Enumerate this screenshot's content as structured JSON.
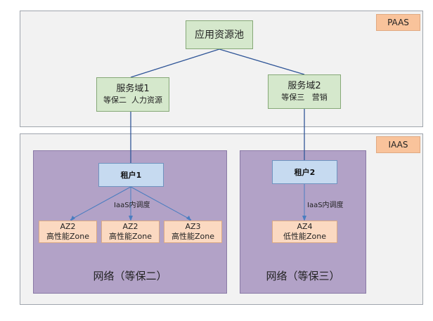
{
  "paas": {
    "tag": "PAAS",
    "root": "应用资源池",
    "domains": [
      {
        "title": "服务域1",
        "subtitle": "等保二  人力资源"
      },
      {
        "title": "服务域2",
        "subtitle": "等保三   营销"
      }
    ]
  },
  "iaas": {
    "tag": "IAAS",
    "regions": [
      {
        "tenant": "租户1",
        "note": "IaaS内调度",
        "zones": [
          {
            "name": "AZ2",
            "desc": "高性能Zone"
          },
          {
            "name": "AZ2",
            "desc": "高性能Zone"
          },
          {
            "name": "AZ3",
            "desc": "高性能Zone"
          }
        ],
        "network": "网络（等保二）"
      },
      {
        "tenant": "租户2",
        "note": "IaaS内调度",
        "zones": [
          {
            "name": "AZ4",
            "desc": "低性能Zone"
          }
        ],
        "network": "网络（等保三）"
      }
    ]
  },
  "colors": {
    "layer_bg": "#f2f2f2",
    "tag_fill": "#f9c39b",
    "domain_fill": "#d5e8cc",
    "region_fill": "#b2a2c7",
    "tenant_fill": "#c6daf0",
    "zone_fill": "#fbd9c1",
    "connector": "#2f5597"
  }
}
